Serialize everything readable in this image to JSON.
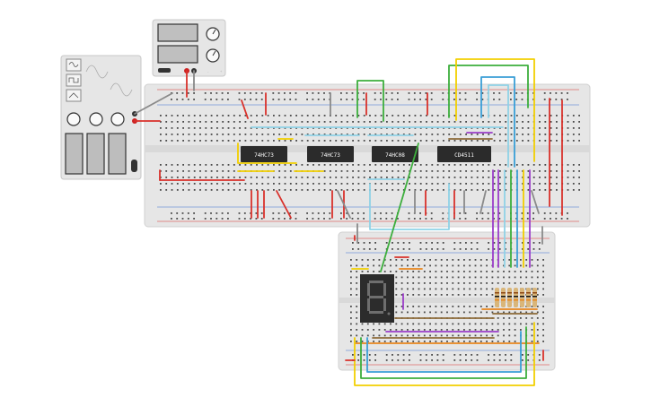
{
  "canvas": {
    "background": "#ffffff"
  },
  "chips": [
    {
      "id": "u1",
      "label": "74HC73"
    },
    {
      "id": "u2",
      "label": "74HC73"
    },
    {
      "id": "u3",
      "label": "74HC08"
    },
    {
      "id": "u4",
      "label": "CD4511"
    }
  ],
  "display": {
    "digit": "8"
  },
  "power_supply": {
    "minus_label": "-",
    "plus_label": "+"
  },
  "function_generator": {
    "waveforms": [
      "sine-icon",
      "square-icon",
      "triangle-icon"
    ]
  },
  "colors": {
    "board": "#e8e8e8",
    "hole": "#4a4a4a",
    "rail_red": "#d9312b",
    "rail_blue": "#3b6fd1",
    "chip": "#2b2b2b",
    "wire_red": "#d9312b",
    "wire_green": "#3dae3d",
    "wire_blue": "#3a9fd6",
    "wire_yellow": "#f2cf00",
    "wire_lightblue": "#8fd2e6",
    "wire_purple": "#9b3dc9",
    "wire_brown": "#8d6b38",
    "wire_gray": "#8a8a8a",
    "wire_orange": "#e8871e",
    "display_body": "#2c2c2c",
    "segment_off": "#6e6e6e",
    "resistor": "#d9b67a"
  }
}
